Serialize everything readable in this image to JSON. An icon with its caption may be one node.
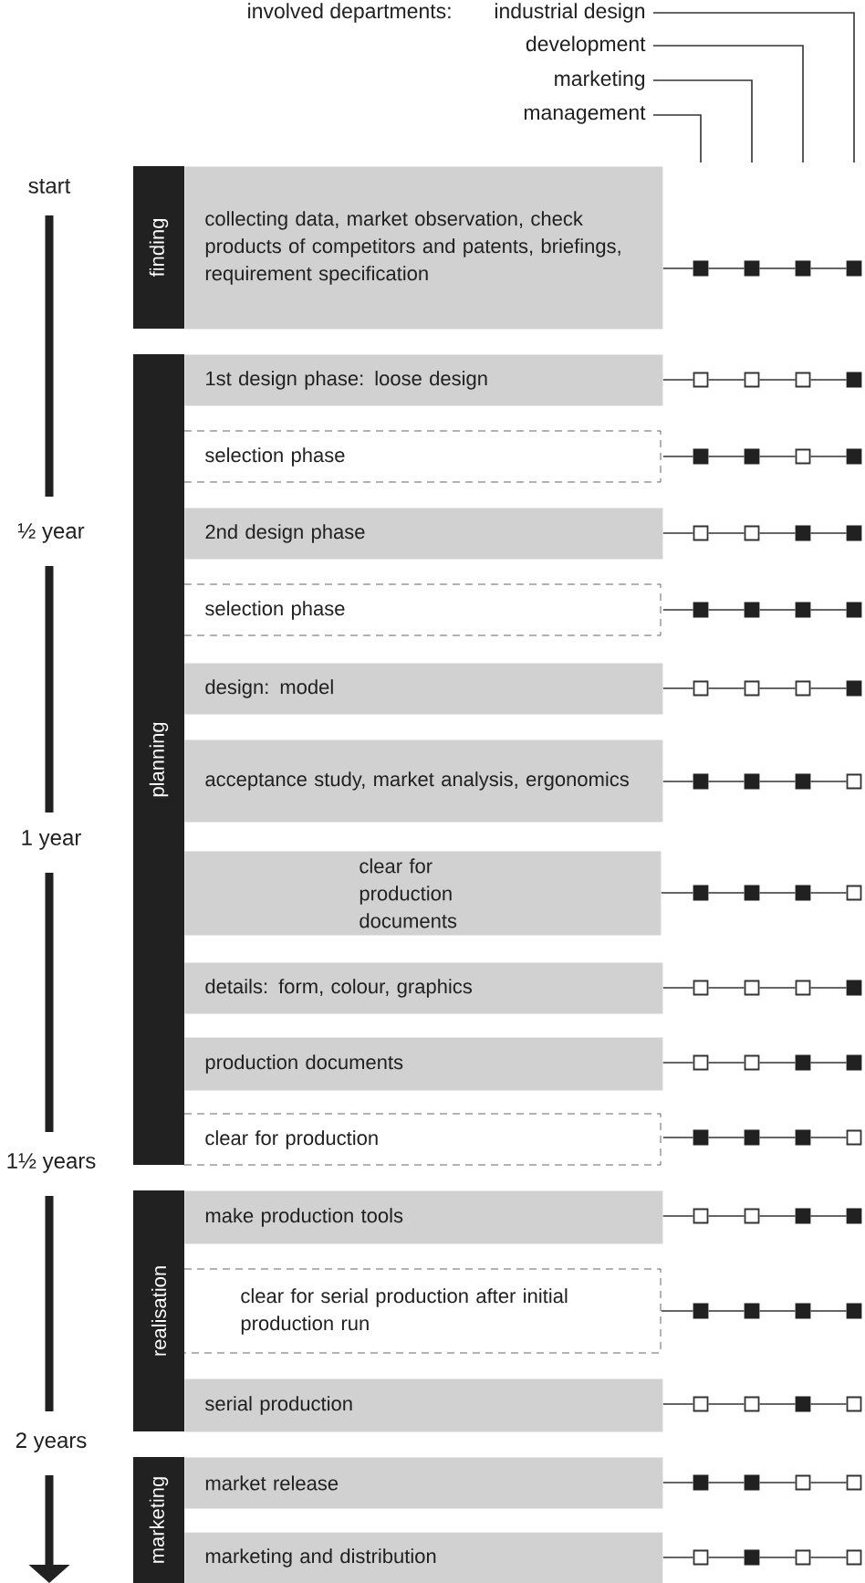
{
  "diagram": {
    "nodes": [
      {
        "text": [
          "industrial design"
        ]
      },
      {
        "text": [
          "development"
        ]
      },
      {
        "text": [
          "marketing"
        ]
      },
      {
        "text": [
          "management"
        ]
      },
      {
        "text": [
          "finding"
        ]
      },
      {
        "text": [
          "collecting data, market observation, check products of competitors and patents, briefings, requirement specification"
        ]
      },
      {
        "text": [
          "planning"
        ]
      },
      {
        "text": [
          "1st design phase: loose design"
        ]
      },
      {
        "text": [
          "selection phase"
        ]
      },
      {
        "text": [
          "2nd design phase"
        ]
      },
      {
        "text": [
          "selection phase"
        ]
      },
      {
        "text": [
          "design: model"
        ]
      },
      {
        "text": [
          "acceptance study, market analysis, ergonomics"
        ]
      },
      {
        "text": [
          "clear for production documents"
        ]
      },
      {
        "text": [
          "details: form, colour, graphics"
        ]
      },
      {
        "text": [
          "production documents"
        ]
      },
      {
        "text": [
          "clear for production"
        ]
      },
      {
        "text": [
          "realisation"
        ]
      },
      {
        "text": [
          "make production tools"
        ]
      },
      {
        "text": [
          "clear for serial production after initial production run"
        ]
      },
      {
        "text": [
          "serial production"
        ]
      },
      {
        "text": [
          "marketing"
        ]
      },
      {
        "text": [
          "market release"
        ]
      },
      {
        "text": [
          "marketing and distribution"
        ]
      },
      {
        "text": [],
        "shape": "block"
      },
      {
        "text": [],
        "shape": "block"
      },
      {
        "text": [],
        "shape": "block"
      },
      {
        "text": [],
        "shape": "block"
      },
      {
        "text": [],
        "shape": "square"
      },
      {
        "text": [],
        "shape": "square"
      },
      {
        "text": [],
        "shape": "square"
      },
      {
        "text": [],
        "shape": "block"
      },
      {
        "text": [],
        "shape": "block"
      },
      {
        "text": [],
        "shape": "block"
      },
      {
        "text": [],
        "shape": "square"
      },
      {
        "text": [],
        "shape": "block"
      },
      {
        "text": [],
        "shape": "square"
      },
      {
        "text": [],
        "shape": "square"
      },
      {
        "text": [],
        "shape": "block"
      },
      {
        "text": [],
        "shape": "block"
      },
      {
        "text": [],
        "shape": "block"
      },
      {
        "text": [],
        "shape": "block"
      },
      {
        "text": [],
        "shape": "block"
      },
      {
        "text": [],
        "shape": "block"
      },
      {
        "text": [],
        "shape": "square"
      },
      {
        "text": [],
        "shape": "square"
      },
      {
        "text": [],
        "shape": "square"
      },
      {
        "text": [],
        "shape": "block"
      },
      {
        "text": [],
        "shape": "block"
      },
      {
        "text": [],
        "shape": "block"
      },
      {
        "text": [],
        "shape": "block"
      },
      {
        "text": [],
        "shape": "square"
      },
      {
        "text": [],
        "shape": "block"
      },
      {
        "text": [],
        "shape": "block"
      },
      {
        "text": [],
        "shape": "block"
      },
      {
        "text": [],
        "shape": "square"
      },
      {
        "text": [],
        "shape": "square"
      },
      {
        "text": [],
        "shape": "square"
      },
      {
        "text": [],
        "shape": "square"
      },
      {
        "text": [],
        "shape": "block"
      },
      {
        "text": [],
        "shape": "square"
      },
      {
        "text": [],
        "shape": "square"
      },
      {
        "text": [],
        "shape": "block"
      },
      {
        "text": [],
        "shape": "block"
      },
      {
        "text": [],
        "shape": "block"
      },
      {
        "text": [],
        "shape": "block"
      },
      {
        "text": [],
        "shape": "block"
      },
      {
        "text": [],
        "shape": "square"
      },
      {
        "text": [],
        "shape": "square"
      },
      {
        "text": [],
        "shape": "square"
      },
      {
        "text": [],
        "shape": "block"
      },
      {
        "text": [],
        "shape": "block"
      },
      {
        "text": [],
        "shape": "block"
      },
      {
        "text": [],
        "shape": "block"
      },
      {
        "text": [],
        "shape": "block"
      },
      {
        "text": [],
        "shape": "block"
      },
      {
        "text": [],
        "shape": "square"
      },
      {
        "text": [],
        "shape": "square"
      },
      {
        "text": [],
        "shape": "block"
      },
      {
        "text": [],
        "shape": "square"
      },
      {
        "text": [],
        "shape": "block"
      },
      {
        "text": [],
        "shape": "block"
      },
      {
        "text": [],
        "shape": "square"
      },
      {
        "text": [],
        "shape": "square"
      },
      {
        "text": [],
        "shape": "square"
      },
      {
        "text": [],
        "shape": "block"
      },
      {
        "text": [],
        "shape": "square"
      },
      {
        "text": [],
        "shape": "square"
      }
    ],
    "edges": [
      {
        "from": 0,
        "to": null,
        "arrow": "none"
      },
      {
        "from": 1,
        "to": null,
        "arrow": "none"
      },
      {
        "from": 2,
        "to": null,
        "arrow": "none"
      },
      {
        "from": 3,
        "to": null,
        "arrow": "none"
      },
      {
        "from": 5,
        "to": 24,
        "arrow": "none"
      },
      {
        "from": 24,
        "to": 25,
        "arrow": "none"
      },
      {
        "from": 25,
        "to": 26,
        "arrow": "none"
      },
      {
        "from": 26,
        "to": 27,
        "arrow": "none"
      },
      {
        "from": 7,
        "to": 28,
        "arrow": "none"
      },
      {
        "from": 28,
        "to": 29,
        "arrow": "none"
      },
      {
        "from": 29,
        "to": 30,
        "arrow": "none"
      },
      {
        "from": 30,
        "to": 31,
        "arrow": "none"
      },
      {
        "from": 8,
        "to": 32,
        "arrow": "none"
      },
      {
        "from": 32,
        "to": 33,
        "arrow": "none"
      },
      {
        "from": 33,
        "to": 34,
        "arrow": "none"
      },
      {
        "from": 34,
        "to": 35,
        "arrow": "none"
      },
      {
        "from": 9,
        "to": 36,
        "arrow": "none"
      },
      {
        "from": 36,
        "to": 37,
        "arrow": "none"
      },
      {
        "from": 37,
        "to": 38,
        "arrow": "none"
      },
      {
        "from": 38,
        "to": 39,
        "arrow": "none"
      },
      {
        "from": 10,
        "to": 40,
        "arrow": "none"
      },
      {
        "from": 40,
        "to": 41,
        "arrow": "none"
      },
      {
        "from": 41,
        "to": 42,
        "arrow": "none"
      },
      {
        "from": 42,
        "to": 43,
        "arrow": "none"
      },
      {
        "from": 11,
        "to": 44,
        "arrow": "none"
      },
      {
        "from": 44,
        "to": 45,
        "arrow": "none"
      },
      {
        "from": 45,
        "to": 46,
        "arrow": "none"
      },
      {
        "from": 46,
        "to": 47,
        "arrow": "none"
      },
      {
        "from": 12,
        "to": 48,
        "arrow": "none"
      },
      {
        "from": 48,
        "to": 49,
        "arrow": "none"
      },
      {
        "from": 49,
        "to": 50,
        "arrow": "none"
      },
      {
        "from": 50,
        "to": 51,
        "arrow": "none"
      },
      {
        "from": 13,
        "to": 52,
        "arrow": "none"
      },
      {
        "from": 52,
        "to": 53,
        "arrow": "none"
      },
      {
        "from": 53,
        "to": 54,
        "arrow": "none"
      },
      {
        "from": 54,
        "to": 55,
        "arrow": "none"
      },
      {
        "from": 14,
        "to": 56,
        "arrow": "none"
      },
      {
        "from": 56,
        "to": 57,
        "arrow": "none"
      },
      {
        "from": 57,
        "to": 58,
        "arrow": "none"
      },
      {
        "from": 58,
        "to": 59,
        "arrow": "none"
      },
      {
        "from": 15,
        "to": 60,
        "arrow": "none"
      },
      {
        "from": 60,
        "to": 61,
        "arrow": "none"
      },
      {
        "from": 61,
        "to": 62,
        "arrow": "none"
      },
      {
        "from": 62,
        "to": 63,
        "arrow": "none"
      },
      {
        "from": 16,
        "to": 64,
        "arrow": "none"
      },
      {
        "from": 64,
        "to": 65,
        "arrow": "none"
      },
      {
        "from": 65,
        "to": 66,
        "arrow": "none"
      },
      {
        "from": 66,
        "to": 67,
        "arrow": "none"
      },
      {
        "from": 18,
        "to": 68,
        "arrow": "none"
      },
      {
        "from": 68,
        "to": 69,
        "arrow": "none"
      },
      {
        "from": 69,
        "to": 70,
        "arrow": "none"
      },
      {
        "from": 70,
        "to": 71,
        "arrow": "none"
      },
      {
        "from": 19,
        "to": 72,
        "arrow": "none"
      },
      {
        "from": 72,
        "to": 73,
        "arrow": "none"
      },
      {
        "from": 73,
        "to": 74,
        "arrow": "none"
      },
      {
        "from": 74,
        "to": 75,
        "arrow": "none"
      },
      {
        "from": 20,
        "to": 76,
        "arrow": "none"
      },
      {
        "from": 76,
        "to": 77,
        "arrow": "none"
      },
      {
        "from": 77,
        "to": 78,
        "arrow": "none"
      },
      {
        "from": 78,
        "to": 79,
        "arrow": "none"
      },
      {
        "from": 22,
        "to": 80,
        "arrow": "none"
      },
      {
        "from": 80,
        "to": 81,
        "arrow": "none"
      },
      {
        "from": 81,
        "to": 82,
        "arrow": "none"
      },
      {
        "from": 82,
        "to": 83,
        "arrow": "none"
      },
      {
        "from": 23,
        "to": 84,
        "arrow": "none"
      },
      {
        "from": 84,
        "to": 85,
        "arrow": "none"
      },
      {
        "from": 85,
        "to": 86,
        "arrow": "none"
      },
      {
        "from": 86,
        "to": 87,
        "arrow": "none"
      }
    ],
    "labels": [
      "involved departments:",
      "start",
      "½ year",
      "1 year",
      "1½ years",
      "2 years"
    ]
  }
}
